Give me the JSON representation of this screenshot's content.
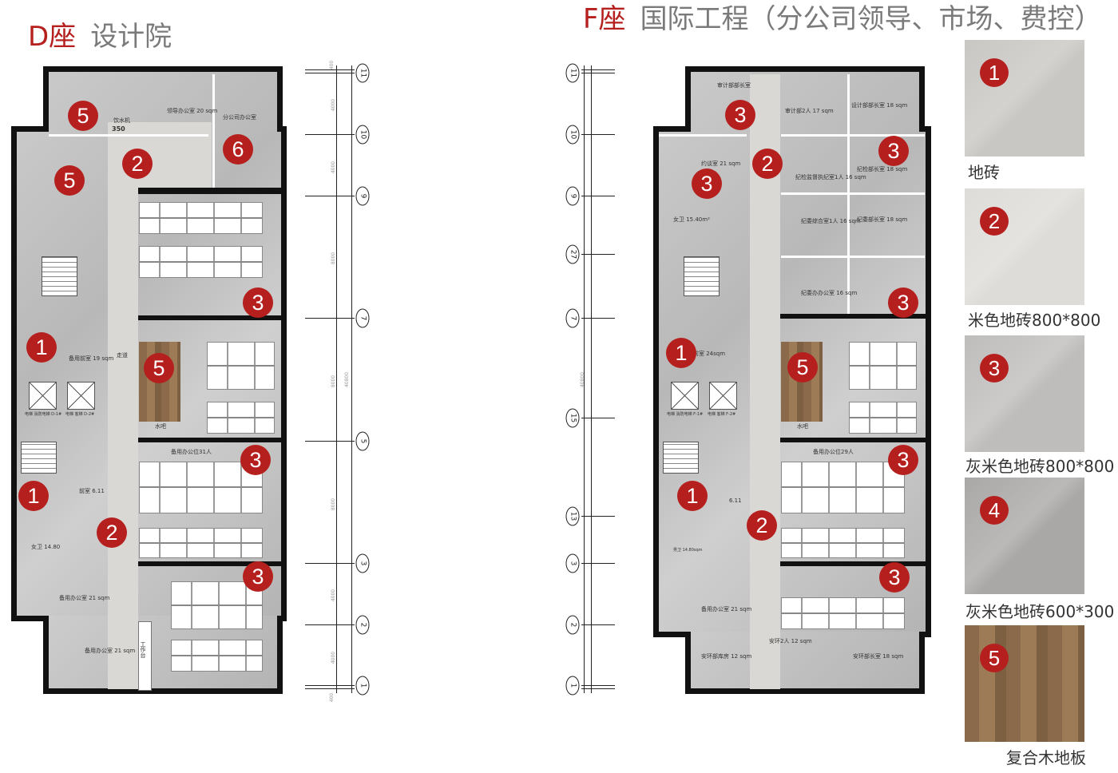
{
  "titles": {
    "d": {
      "code": "D座",
      "name": "设计院"
    },
    "f": {
      "code": "F座",
      "name": "国际工程（分公司领导、市场、费控）"
    }
  },
  "d_plan": {
    "rooms": [
      "领导办公室 20 sqm",
      "饮水机",
      "350",
      "分公司办公室",
      "备用前室 19 sqm",
      "走道",
      "水吧",
      "电梯 消防电梯 D-1#",
      "电梯 客梯 D-2#",
      "前室 6.11",
      "女卫 14.80",
      "备用办公位31人",
      "备用办公室 21 sqm",
      "备用办公室 21 sqm",
      "工作台"
    ],
    "markers": [
      "5",
      "2",
      "6",
      "5",
      "3",
      "1",
      "5",
      "3",
      "1",
      "2",
      "3"
    ],
    "axis": {
      "labels": [
        "11",
        "10",
        "9",
        "7",
        "5",
        "3",
        "2",
        "1"
      ],
      "dims": [
        "400",
        "4000",
        "4000",
        "8000",
        "8000",
        "8000",
        "4000",
        "4000",
        "400"
      ],
      "total": "40800"
    }
  },
  "f_plan": {
    "rooms": [
      "审计部部长室",
      "审计部2人 17 sqm",
      "设计部部长室 18 sqm",
      "约谈室 21 sqm",
      "纪检监督执纪室1人 16 sqm",
      "纪检部长室 18 sqm",
      "女卫 15.40m²",
      "纪委综合室1人 16 sqm",
      "纪委部长室 18 sqm",
      "纪委办办公室 16 sqm",
      "前室 24sqm",
      "水吧",
      "电梯 消防电梯 F-1#",
      "电梯 客梯 F-2#",
      "6.11",
      "男卫 14.80sqm",
      "备用办公位29人",
      "备用办公室 21 sqm",
      "安环部库房 12 sqm",
      "安环2人 12 sqm",
      "安环部长室 18 sqm"
    ],
    "markers": [
      "3",
      "2",
      "3",
      "3",
      "3",
      "1",
      "5",
      "3",
      "1",
      "2",
      "3"
    ],
    "axis": {
      "labels": [
        "11",
        "10",
        "9",
        "27",
        "7",
        "15",
        "13",
        "3",
        "2",
        "1"
      ],
      "total": "40800"
    }
  },
  "materials": [
    {
      "num": "1",
      "label": "地砖",
      "color": "#c9c7c3"
    },
    {
      "num": "2",
      "label": "米色地砖800*800",
      "color": "#dedcd8"
    },
    {
      "num": "3",
      "label": "灰米色地砖800*800",
      "color": "#bebdbb"
    },
    {
      "num": "4",
      "label": "灰米色地砖600*300",
      "color": "#a9a8a6"
    },
    {
      "num": "5",
      "label": "复合木地板",
      "color": "#8e6f50"
    }
  ],
  "colors": {
    "accent": "#b5201e",
    "title_gray": "#7a7a7a"
  }
}
